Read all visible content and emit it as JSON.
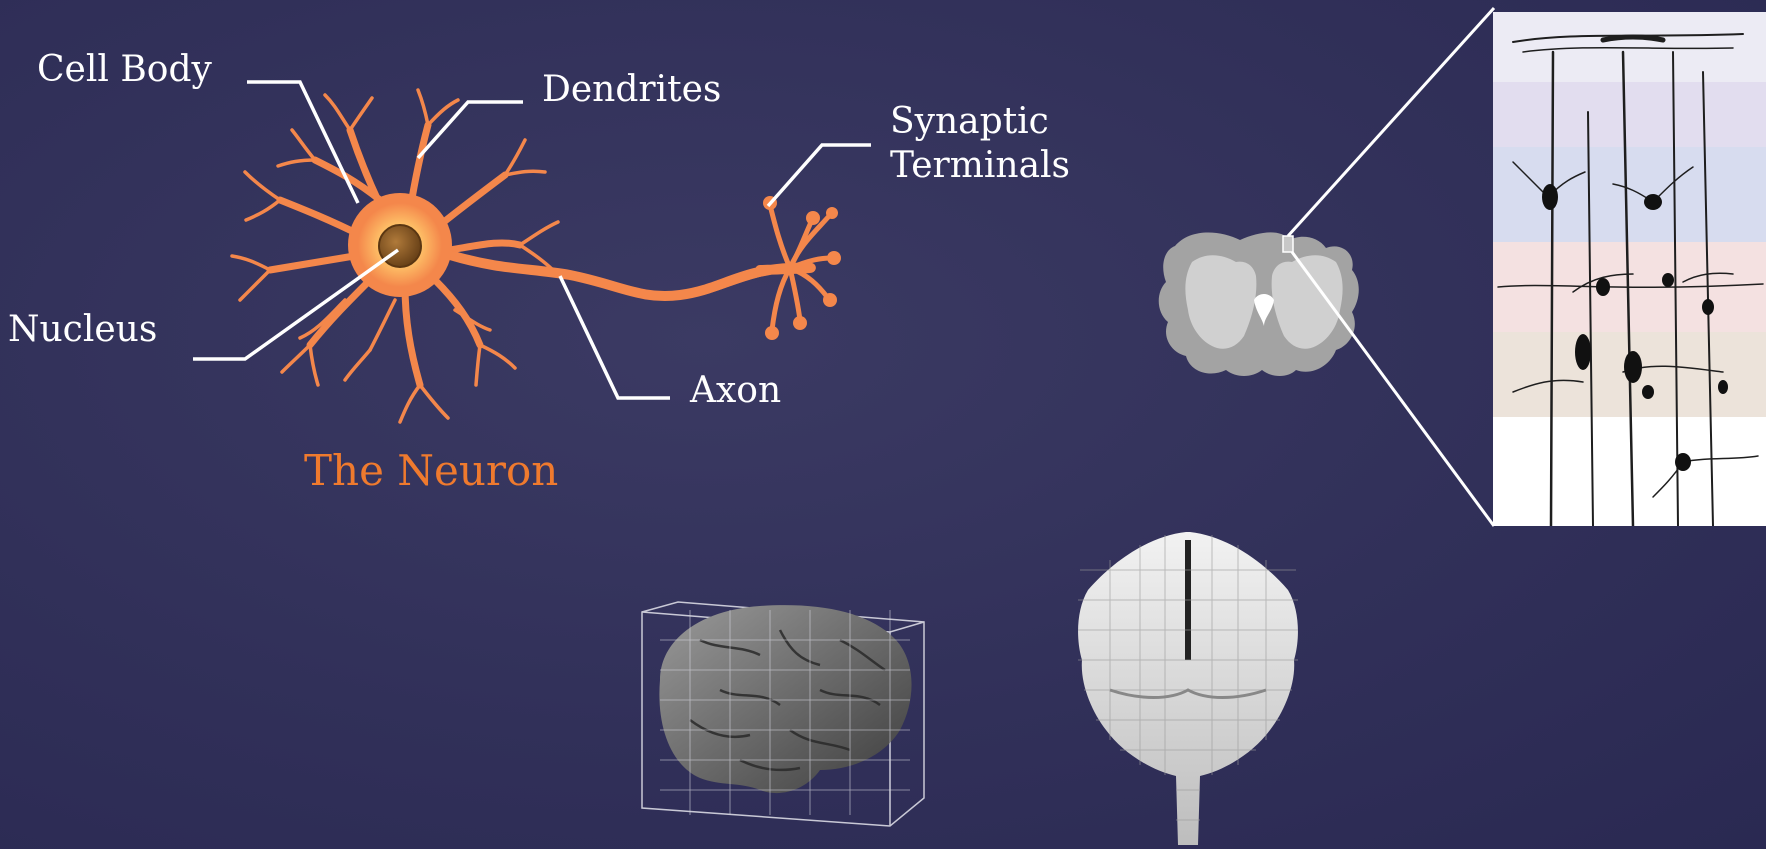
{
  "neuron": {
    "labels": {
      "cell_body": "Cell Body",
      "dendrites": "Dendrites",
      "nucleus": "Nucleus",
      "axon": "Axon",
      "synaptic_line1": "Synaptic",
      "synaptic_line2": "Terminals"
    },
    "caption": "The Neuron"
  },
  "colors": {
    "background": "#313059",
    "neuron": "#f4874b",
    "caption": "#ef7a2e",
    "label_text": "#ffffff",
    "leader_line": "#ffffff",
    "brain_gray": "#9a9a9a",
    "cortex_layer_tints": [
      "#ecebf4",
      "#e2ddef",
      "#d7dcef",
      "#f4e1e1",
      "#ece3da",
      "#ffffff"
    ]
  },
  "images": {
    "coronal_section": "brain-coronal-section-icon",
    "cortex_layers": "cortical-layers-neuron-drawing",
    "brain_mesh": "brain-in-voxel-grid-icon",
    "brain_voxel": "voxelized-brain-front-view-icon"
  }
}
